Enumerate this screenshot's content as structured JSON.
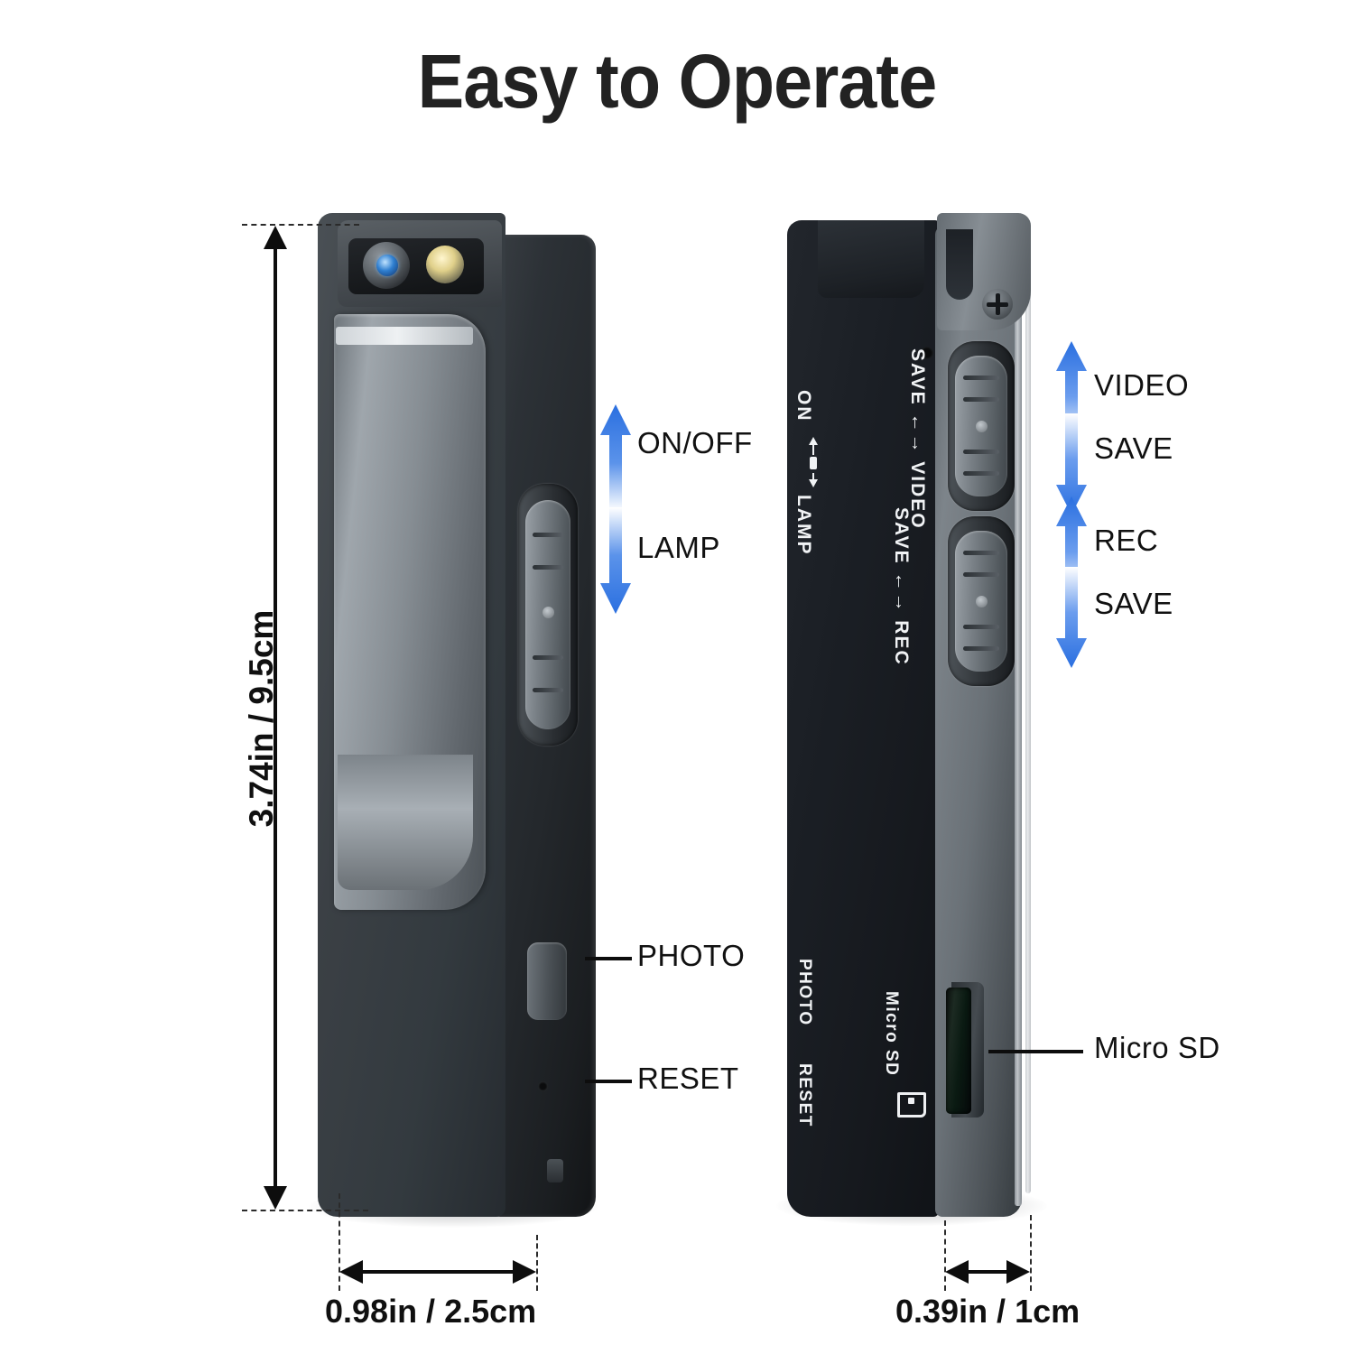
{
  "title": "Easy to Operate",
  "product": {
    "name": "mini body camera",
    "views": [
      "front-clip-side-view",
      "back-edge-side-view"
    ]
  },
  "colors": {
    "accent_blue": "#2a6fe0",
    "arrow_black": "#0d0d0d",
    "body_dark": "#23282c",
    "body_black": "#171a1f",
    "clip_metal": "#8f969c",
    "lens_blue": "#2f7fd0",
    "lamp_amber": "#e0d08a",
    "background": "#ffffff",
    "text": "#111111"
  },
  "dimensions": {
    "height": {
      "label": "3.74in / 9.5cm",
      "orientation": "vertical"
    },
    "width_left": {
      "label": "0.98in / 2.5cm",
      "orientation": "horizontal"
    },
    "width_right": {
      "label": "0.39in / 1cm",
      "orientation": "horizontal"
    }
  },
  "left_view": {
    "callouts": [
      {
        "label": "ON/OFF",
        "arrow": "up",
        "arrow_color": "#2a6fe0",
        "target": "mode-slider-switch"
      },
      {
        "label": "LAMP",
        "arrow": "down",
        "arrow_color": "#2a6fe0",
        "target": "mode-slider-switch"
      },
      {
        "label": "PHOTO",
        "arrow": "leader-line",
        "target": "photo-button"
      },
      {
        "label": "RESET",
        "arrow": "leader-line",
        "target": "reset-pinhole"
      }
    ],
    "parts": [
      "camera-lens",
      "led-lamp",
      "belt-clip",
      "slider-switch",
      "photo-button",
      "reset-pinhole"
    ]
  },
  "right_view": {
    "callouts": [
      {
        "label": "VIDEO",
        "arrow": "up",
        "arrow_color": "#2a6fe0",
        "target": "upper-slider-switch"
      },
      {
        "label": "SAVE",
        "arrow": "down",
        "arrow_color": "#2a6fe0",
        "target": "upper-slider-switch"
      },
      {
        "label": "REC",
        "arrow": "up",
        "arrow_color": "#2a6fe0",
        "target": "lower-slider-switch"
      },
      {
        "label": "SAVE",
        "arrow": "down",
        "arrow_color": "#2a6fe0",
        "target": "lower-slider-switch"
      },
      {
        "label": "Micro SD",
        "arrow": "leader-line",
        "target": "micro-sd-slot"
      }
    ],
    "silkscreen": [
      {
        "text": "ON",
        "position": "left-edge-upper"
      },
      {
        "text": "LAMP",
        "position": "left-edge-upper"
      },
      {
        "text": "SAVE ←→ VIDEO",
        "position": "right-of-back-panel-upper"
      },
      {
        "text": "SAVE ←→ REC",
        "position": "right-of-back-panel-middle"
      },
      {
        "text": "PHOTO",
        "position": "left-edge-lower"
      },
      {
        "text": "RESET",
        "position": "left-edge-bottom"
      },
      {
        "text": "Micro SD",
        "position": "near-sd-slot"
      }
    ],
    "parts": [
      "back-panel",
      "indicator-led",
      "upper-slider-switch",
      "lower-slider-switch",
      "clip-screw",
      "micro-sd-slot"
    ]
  }
}
